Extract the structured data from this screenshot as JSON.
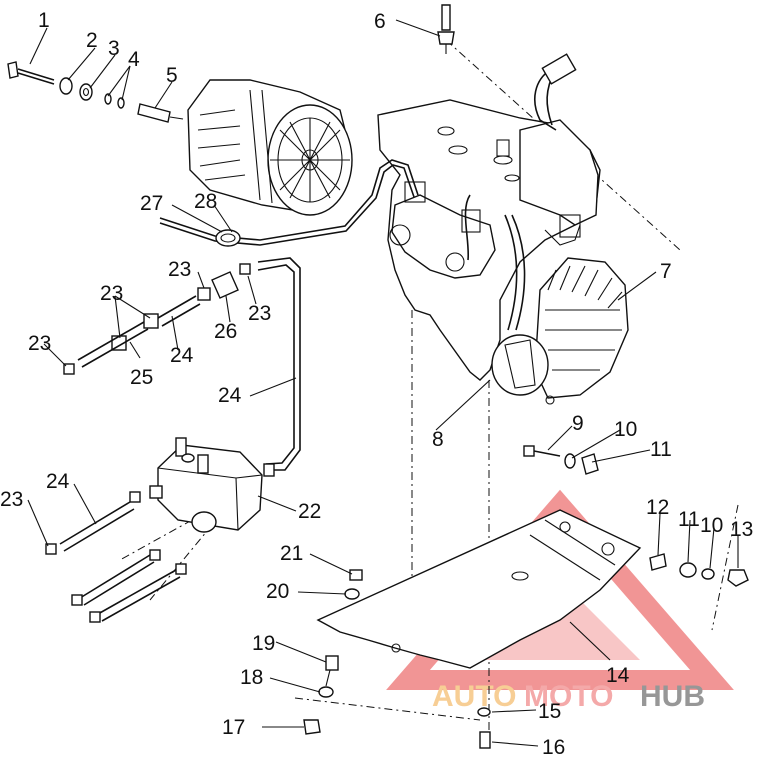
{
  "diagram": {
    "callouts": [
      {
        "id": "c1",
        "text": "1"
      },
      {
        "id": "c2",
        "text": "2"
      },
      {
        "id": "c3",
        "text": "3"
      },
      {
        "id": "c4",
        "text": "4"
      },
      {
        "id": "c5",
        "text": "5"
      },
      {
        "id": "c6",
        "text": "6"
      },
      {
        "id": "c7",
        "text": "7"
      },
      {
        "id": "c8",
        "text": "8"
      },
      {
        "id": "c9",
        "text": "9"
      },
      {
        "id": "c10a",
        "text": "10"
      },
      {
        "id": "c11a",
        "text": "11"
      },
      {
        "id": "c12",
        "text": "12"
      },
      {
        "id": "c11b",
        "text": "11"
      },
      {
        "id": "c10b",
        "text": "10"
      },
      {
        "id": "c13",
        "text": "13"
      },
      {
        "id": "c14",
        "text": "14"
      },
      {
        "id": "c15",
        "text": "15"
      },
      {
        "id": "c16",
        "text": "16"
      },
      {
        "id": "c17",
        "text": "17"
      },
      {
        "id": "c18",
        "text": "18"
      },
      {
        "id": "c19",
        "text": "19"
      },
      {
        "id": "c20",
        "text": "20"
      },
      {
        "id": "c21",
        "text": "21"
      },
      {
        "id": "c22",
        "text": "22"
      },
      {
        "id": "c23a",
        "text": "23"
      },
      {
        "id": "c24a",
        "text": "24"
      },
      {
        "id": "c23b",
        "text": "23"
      },
      {
        "id": "c23c",
        "text": "23"
      },
      {
        "id": "c24b",
        "text": "24"
      },
      {
        "id": "c25",
        "text": "25"
      },
      {
        "id": "c23d",
        "text": "23"
      },
      {
        "id": "c24c",
        "text": "24"
      },
      {
        "id": "c23e",
        "text": "23"
      },
      {
        "id": "c26",
        "text": "26"
      },
      {
        "id": "c27",
        "text": "27"
      },
      {
        "id": "c28",
        "text": "28"
      }
    ]
  },
  "watermark": {
    "part1": "AUTO",
    "part2": "MOTO",
    "part3": "HUB",
    "colors": {
      "triangle": "#f08a8a",
      "auto": "#f7c98a",
      "moto": "#f3a0a0",
      "hub": "#8c8c8c"
    }
  }
}
